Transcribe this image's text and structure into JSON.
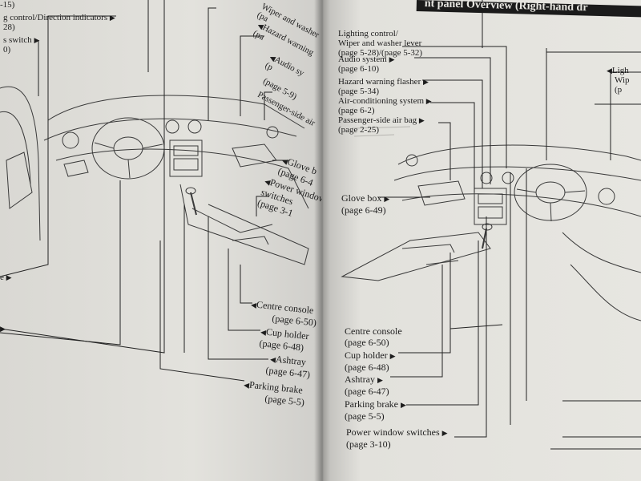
{
  "left_page": {
    "labels": {
      "top_ref": "-15)",
      "lighting_direction": "g control/Direction indicators",
      "lighting_direction_page": "28)",
      "switch_fragment": "s switch",
      "switch_page": "0)",
      "wiper_washer": "Wiper and washer",
      "wiper_page": "(pa",
      "hazard": "Hazard warning",
      "hazard_page": "(pa",
      "audio": "Audio sy",
      "audio_page": "(p",
      "page59": "(page 5-9)",
      "passenger_airbag": "Passenger-side air",
      "glove_box": "Glove b",
      "glove_page": "(page 6-4",
      "power_window": "Power window",
      "power_window_2": "switches",
      "power_window_page": "(page 3-1",
      "centre_console": "Centre console",
      "centre_console_page": "(page 6-50)",
      "cup_holder": "Cup holder",
      "cup_holder_page": "(page 6-48)",
      "ashtray": "Ashtray",
      "ashtray_page": "(page 6-47)",
      "parking_brake": "Parking brake",
      "parking_brake_page": "(page 5-5)",
      "edge_e": "e"
    }
  },
  "right_page": {
    "header_title": "nt panel Overview (Right-hand dr",
    "labels": {
      "lighting_control": "Lighting control/",
      "lighting_control_2": "Wiper and washer lever",
      "lighting_control_page": "(page 5-28)/(page 5-32)",
      "audio_system": "Audio system",
      "audio_system_page": "(page 6-10)",
      "hazard": "Hazard warning flasher",
      "hazard_page": "(page 5-34)",
      "air_conditioning": "Air-conditioning system",
      "air_conditioning_page": "(page 6-2)",
      "passenger_airbag": "Passenger-side air bag",
      "passenger_airbag_page": "(page 2-25)",
      "glove_box": "Glove box",
      "glove_box_page": "(page 6-49)",
      "centre_console": "Centre console",
      "centre_console_page": "(page 6-50)",
      "cup_holder": "Cup holder",
      "cup_holder_page": "(page 6-48)",
      "ashtray": "Ashtray",
      "ashtray_page": "(page 6-47)",
      "parking_brake": "Parking brake",
      "parking_brake_page": "(page 5-5)",
      "power_window": "Power window switches",
      "power_window_page": "(page 3-10)",
      "edge_light": "Ligh",
      "edge_wip": "Wip",
      "edge_p": "(p"
    }
  }
}
